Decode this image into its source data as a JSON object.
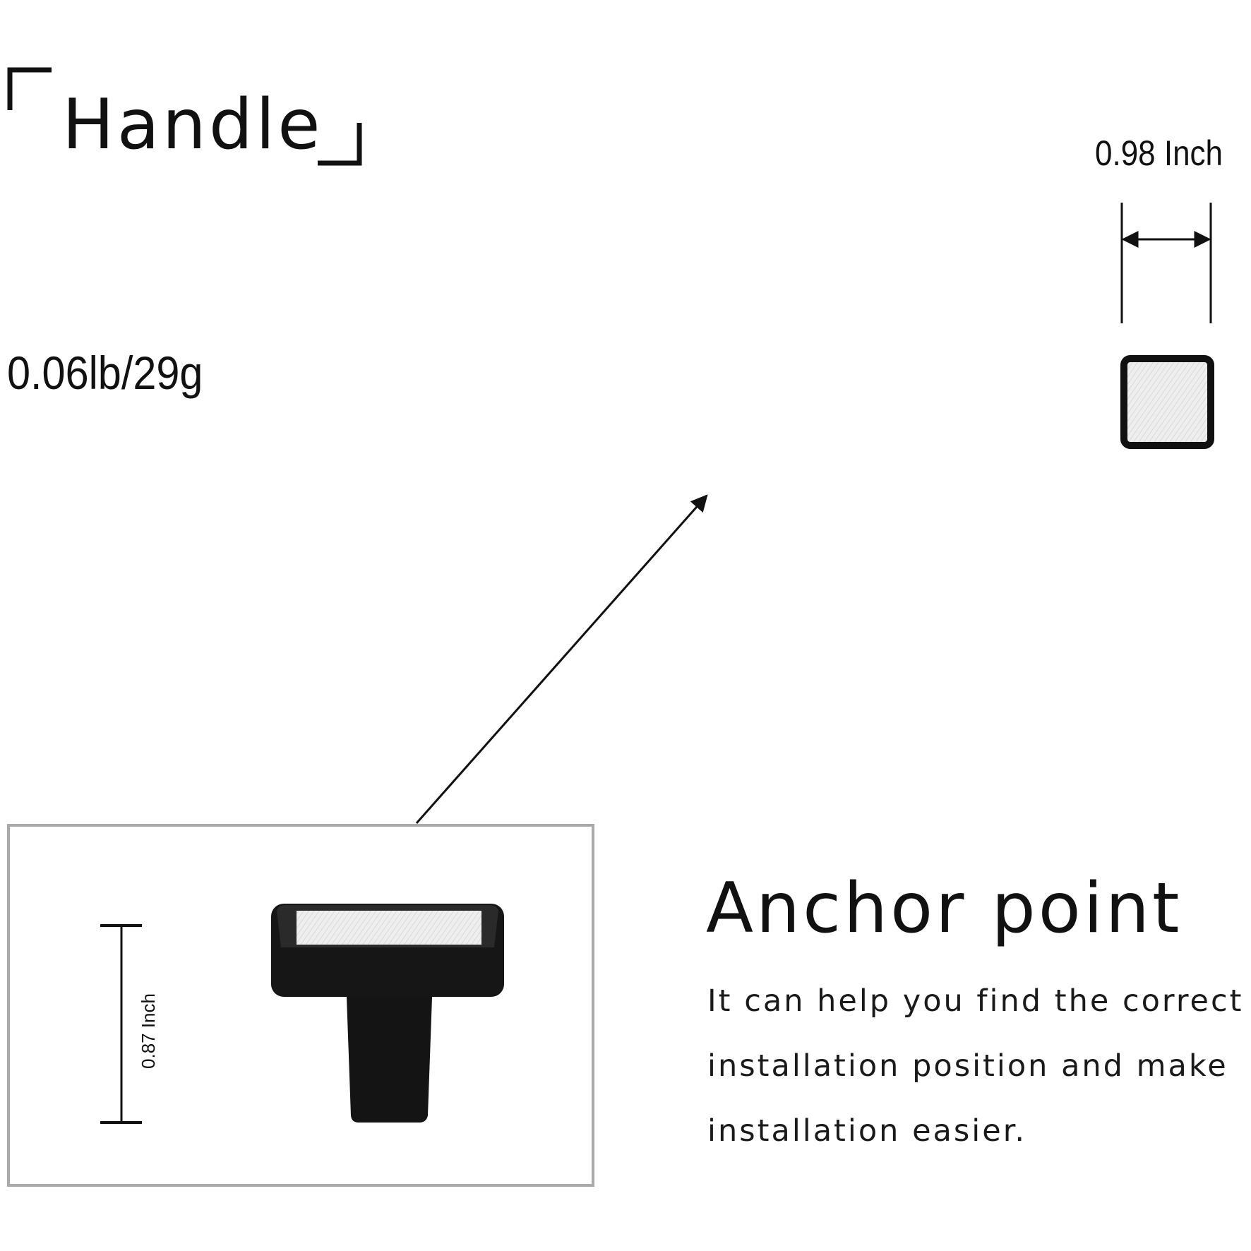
{
  "header": {
    "title": "Handle"
  },
  "weight": "0.06lb/29g",
  "width_dimension": "0.98 Inch",
  "height_dimension": "0.87 Inch",
  "anchor": {
    "heading": "Anchor point",
    "lines": [
      "It can help you find the correct",
      "installation position and make",
      "installation easier."
    ]
  },
  "colors": {
    "ink": "#111111",
    "frame": "#aaaaaa",
    "knob": "#141414",
    "inlay": "#e6e6e6"
  }
}
